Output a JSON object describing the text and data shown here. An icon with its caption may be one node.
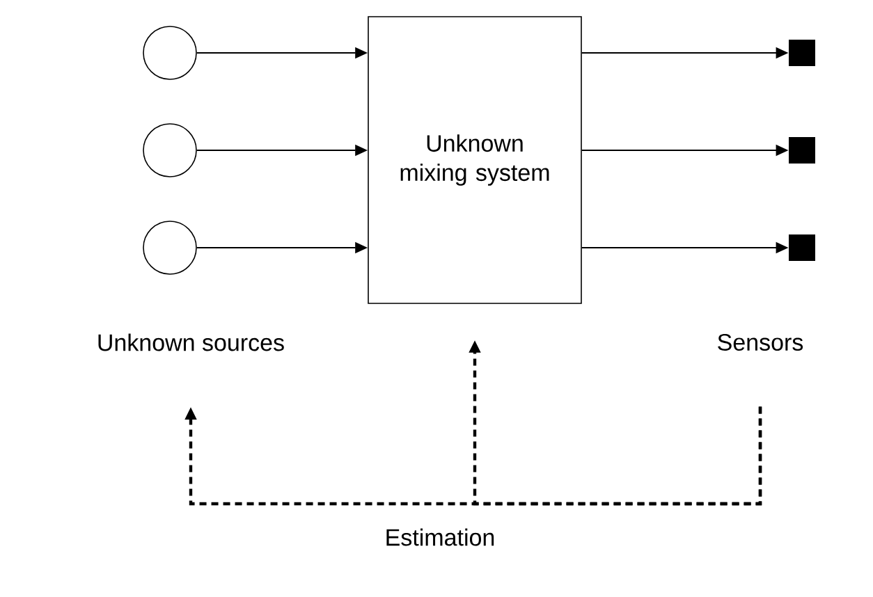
{
  "diagram": {
    "nodes": [
      {
        "text": [],
        "shape": "circle"
      },
      {
        "text": [],
        "shape": "circle"
      },
      {
        "text": [],
        "shape": "circle"
      },
      {
        "text": [
          "Unknown mixing system"
        ]
      },
      {
        "text": [],
        "shape": "box"
      },
      {
        "text": [],
        "shape": "box"
      },
      {
        "text": [],
        "shape": "box"
      },
      {
        "text": [
          "Unknown sources"
        ]
      },
      {
        "text": [
          "Sensors"
        ]
      }
    ],
    "edges": [
      {
        "from": 0,
        "to": 3,
        "arrow": "to"
      },
      {
        "from": 1,
        "to": 3,
        "arrow": "to"
      },
      {
        "from": 2,
        "to": 3,
        "arrow": "to"
      },
      {
        "from": 3,
        "to": 4,
        "arrow": "to"
      },
      {
        "from": 3,
        "to": 5,
        "arrow": "to"
      },
      {
        "from": 3,
        "to": 6,
        "arrow": "to"
      },
      {
        "from": 8,
        "to": 7,
        "arrow": "to",
        "style": "dashed"
      },
      {
        "from": 8,
        "to": 3,
        "arrow": "to",
        "style": "dashed"
      }
    ],
    "labels": [
      "Estimation"
    ]
  }
}
